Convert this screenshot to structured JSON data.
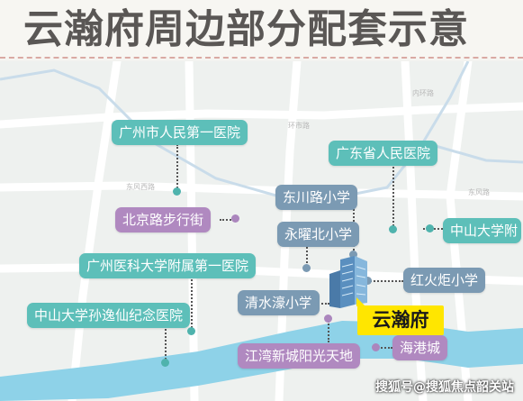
{
  "title": "云瀚府周边部分配套示意",
  "project": {
    "name": "云瀚府",
    "color": "#ffe600"
  },
  "pois": {
    "gz_first_people_hospital": "广州市人民第一医院",
    "guangdong_people_hospital": "广东省人民医院",
    "dongchuan_road_school": "东川路小学",
    "beijing_road": "北京路步行街",
    "sysu_affiliated": "中山大学附",
    "yongyao_north_school": "永曜北小学",
    "gz_medical_first_hospital": "广州医科大学附属第一医院",
    "honghuoju_school": "红火炬小学",
    "qingshuihao_school": "清水濠小学",
    "sysu_sun_yat_sen_hospital": "中山大学孙逸仙纪念医院",
    "jiangwan_sunshine_plaza": "江湾新城阳光天地",
    "haigang_city": "海港城"
  },
  "categories": {
    "hospital": "#5dbfb9",
    "commerce": "#b089c0",
    "school": "#7b9ab3"
  },
  "watermark": "搜狐号@搜狐焦点韶关站"
}
